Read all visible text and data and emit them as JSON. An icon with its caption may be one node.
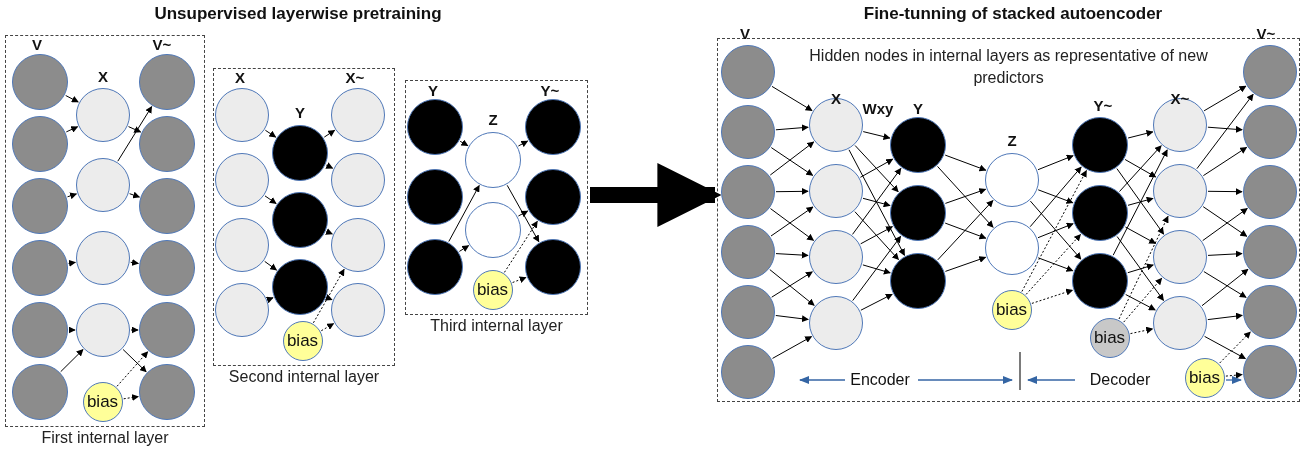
{
  "diagram": {
    "nodes": [
      {
        "text": [
          "First internal layer"
        ]
      },
      {
        "text": [],
        "shape": "circle",
        "in": 0
      },
      {
        "text": [],
        "shape": "circle",
        "in": 0
      },
      {
        "text": [],
        "shape": "circle",
        "in": 0
      },
      {
        "text": [],
        "shape": "circle",
        "in": 0
      },
      {
        "text": [],
        "shape": "circle",
        "in": 0
      },
      {
        "text": [],
        "shape": "circle",
        "in": 0
      },
      {
        "text": [],
        "shape": "circle",
        "in": 0
      },
      {
        "text": [],
        "shape": "circle",
        "in": 0
      },
      {
        "text": [],
        "shape": "circle",
        "in": 0
      },
      {
        "text": [],
        "shape": "circle",
        "in": 0
      },
      {
        "text": [],
        "shape": "circle",
        "in": 0
      },
      {
        "text": [],
        "shape": "circle",
        "in": 0
      },
      {
        "text": [],
        "shape": "circle",
        "in": 0
      },
      {
        "text": [],
        "shape": "circle",
        "in": 0
      },
      {
        "text": [],
        "shape": "circle",
        "in": 0
      },
      {
        "text": [],
        "shape": "circle",
        "in": 0
      },
      {
        "text": [
          "bias"
        ],
        "in": 0
      },
      {
        "text": [
          "Second internal layer"
        ]
      },
      {
        "text": [],
        "shape": "circle",
        "in": 18
      },
      {
        "text": [],
        "shape": "circle",
        "in": 18
      },
      {
        "text": [],
        "shape": "circle",
        "in": 18
      },
      {
        "text": [],
        "shape": "circle",
        "in": 18
      },
      {
        "text": [],
        "shape": "circle",
        "in": 18
      },
      {
        "text": [],
        "shape": "circle",
        "in": 18
      },
      {
        "text": [],
        "shape": "circle",
        "in": 18
      },
      {
        "text": [],
        "shape": "circle",
        "in": 18
      },
      {
        "text": [],
        "shape": "circle",
        "in": 18
      },
      {
        "text": [],
        "shape": "circle",
        "in": 18
      },
      {
        "text": [],
        "shape": "circle",
        "in": 18
      },
      {
        "text": [
          "bias"
        ],
        "in": 18
      },
      {
        "text": [
          "Third internal layer"
        ]
      },
      {
        "text": [],
        "shape": "circle",
        "in": 31
      },
      {
        "text": [],
        "shape": "circle",
        "in": 31
      },
      {
        "text": [],
        "shape": "circle",
        "in": 31
      },
      {
        "text": [],
        "shape": "circle",
        "in": 31
      },
      {
        "text": [],
        "shape": "circle",
        "in": 31
      },
      {
        "text": [],
        "shape": "circle",
        "in": 31
      },
      {
        "text": [],
        "shape": "circle",
        "in": 31
      },
      {
        "text": [],
        "shape": "circle",
        "in": 31
      },
      {
        "text": [
          "bias"
        ],
        "in": 31
      },
      {
        "text": [
          "Hidden nodes in internal layers as representative of new predictors"
        ]
      },
      {
        "text": [],
        "shape": "circle",
        "in": 41
      },
      {
        "text": [],
        "shape": "circle",
        "in": 41
      },
      {
        "text": [],
        "shape": "circle",
        "in": 41
      },
      {
        "text": [],
        "shape": "circle",
        "in": 41
      },
      {
        "text": [],
        "shape": "circle",
        "in": 41
      },
      {
        "text": [],
        "shape": "circle",
        "in": 41
      },
      {
        "text": [],
        "shape": "circle",
        "in": 41
      },
      {
        "text": [],
        "shape": "circle",
        "in": 41
      },
      {
        "text": [],
        "shape": "circle",
        "in": 41
      },
      {
        "text": [],
        "shape": "circle",
        "in": 41
      },
      {
        "text": [],
        "shape": "circle",
        "in": 41
      },
      {
        "text": [],
        "shape": "circle",
        "in": 41
      },
      {
        "text": [],
        "shape": "circle",
        "in": 41
      },
      {
        "text": [],
        "shape": "circle",
        "in": 41
      },
      {
        "text": [],
        "shape": "circle",
        "in": 41
      },
      {
        "text": [
          "bias"
        ],
        "in": 41
      },
      {
        "text": [],
        "shape": "circle",
        "in": 41
      },
      {
        "text": [],
        "shape": "circle",
        "in": 41
      },
      {
        "text": [],
        "shape": "circle",
        "in": 41
      },
      {
        "text": [],
        "shape": "circle",
        "in": 41
      },
      {
        "text": [],
        "shape": "circle",
        "in": 41
      },
      {
        "text": [],
        "shape": "circle",
        "in": 41
      },
      {
        "text": [],
        "shape": "circle",
        "in": 41
      },
      {
        "text": [
          "bias"
        ],
        "in": 41
      },
      {
        "text": [],
        "shape": "circle",
        "in": 41
      },
      {
        "text": [],
        "shape": "circle",
        "in": 41
      },
      {
        "text": [],
        "shape": "circle",
        "in": 41
      },
      {
        "text": [],
        "shape": "circle",
        "in": 41
      },
      {
        "text": [],
        "shape": "circle",
        "in": 41
      },
      {
        "text": [],
        "shape": "circle",
        "in": 41
      },
      {
        "text": [
          "bias"
        ],
        "in": 41
      }
    ],
    "edges": [
      {
        "from": 1,
        "to": 7,
        "arrow": "to"
      },
      {
        "from": 2,
        "to": 7,
        "arrow": "to"
      },
      {
        "from": 3,
        "to": 8,
        "arrow": "to"
      },
      {
        "from": 4,
        "to": 9,
        "arrow": "to"
      },
      {
        "from": 5,
        "to": 10,
        "arrow": "to"
      },
      {
        "from": 6,
        "to": 10,
        "arrow": "to"
      },
      {
        "from": 7,
        "to": 12,
        "arrow": "to"
      },
      {
        "from": 8,
        "to": 11,
        "arrow": "to"
      },
      {
        "from": 8,
        "to": 13,
        "arrow": "to"
      },
      {
        "from": 9,
        "to": 14,
        "arrow": "to"
      },
      {
        "from": 10,
        "to": 15,
        "arrow": "to"
      },
      {
        "from": 10,
        "to": 16,
        "arrow": "to"
      },
      {
        "from": 17,
        "to": 15,
        "arrow": "to",
        "style": "dashed"
      },
      {
        "from": 17,
        "to": 16,
        "arrow": "to",
        "style": "dashed"
      },
      {
        "from": 19,
        "to": 23,
        "arrow": "to"
      },
      {
        "from": 20,
        "to": 24,
        "arrow": "to"
      },
      {
        "from": 21,
        "to": 25,
        "arrow": "to"
      },
      {
        "from": 22,
        "to": 25,
        "arrow": "to"
      },
      {
        "from": 23,
        "to": 26,
        "arrow": "to"
      },
      {
        "from": 23,
        "to": 27,
        "arrow": "to"
      },
      {
        "from": 24,
        "to": 28,
        "arrow": "to"
      },
      {
        "from": 25,
        "to": 29,
        "arrow": "to"
      },
      {
        "from": 30,
        "to": 28,
        "arrow": "to",
        "style": "dashed"
      },
      {
        "from": 30,
        "to": 29,
        "arrow": "to",
        "style": "dashed"
      },
      {
        "from": 32,
        "to": 35,
        "arrow": "to"
      },
      {
        "from": 34,
        "to": 35,
        "arrow": "to"
      },
      {
        "from": 34,
        "to": 36,
        "arrow": "to"
      },
      {
        "from": 35,
        "to": 37,
        "arrow": "to"
      },
      {
        "from": 35,
        "to": 39,
        "arrow": "to"
      },
      {
        "from": 36,
        "to": 38,
        "arrow": "to"
      },
      {
        "from": 40,
        "to": 38,
        "arrow": "to",
        "style": "dashed"
      },
      {
        "from": 40,
        "to": 39,
        "arrow": "to",
        "style": "dashed"
      },
      {
        "from": 31,
        "to": 41,
        "arrow": "to",
        "style": "thick"
      },
      {
        "from": 42,
        "to": 48,
        "arrow": "to"
      },
      {
        "from": 43,
        "to": 48,
        "arrow": "to"
      },
      {
        "from": 43,
        "to": 49,
        "arrow": "to"
      },
      {
        "from": 44,
        "to": 48,
        "arrow": "to"
      },
      {
        "from": 44,
        "to": 49,
        "arrow": "to"
      },
      {
        "from": 44,
        "to": 50,
        "arrow": "to"
      },
      {
        "from": 45,
        "to": 49,
        "arrow": "to"
      },
      {
        "from": 45,
        "to": 50,
        "arrow": "to"
      },
      {
        "from": 45,
        "to": 51,
        "arrow": "to"
      },
      {
        "from": 46,
        "to": 50,
        "arrow": "to"
      },
      {
        "from": 46,
        "to": 51,
        "arrow": "to"
      },
      {
        "from": 47,
        "to": 51,
        "arrow": "to"
      },
      {
        "from": 48,
        "to": 52,
        "arrow": "to"
      },
      {
        "from": 48,
        "to": 53,
        "arrow": "to"
      },
      {
        "from": 48,
        "to": 54,
        "arrow": "to"
      },
      {
        "from": 49,
        "to": 52,
        "arrow": "to"
      },
      {
        "from": 49,
        "to": 53,
        "arrow": "to"
      },
      {
        "from": 49,
        "to": 54,
        "arrow": "to"
      },
      {
        "from": 50,
        "to": 52,
        "arrow": "to"
      },
      {
        "from": 50,
        "to": 53,
        "arrow": "to"
      },
      {
        "from": 50,
        "to": 54,
        "arrow": "to"
      },
      {
        "from": 51,
        "to": 53,
        "arrow": "to"
      },
      {
        "from": 51,
        "to": 54,
        "arrow": "to"
      },
      {
        "from": 52,
        "to": 55,
        "arrow": "to"
      },
      {
        "from": 52,
        "to": 56,
        "arrow": "to"
      },
      {
        "from": 53,
        "to": 55,
        "arrow": "to"
      },
      {
        "from": 53,
        "to": 56,
        "arrow": "to"
      },
      {
        "from": 54,
        "to": 55,
        "arrow": "to"
      },
      {
        "from": 54,
        "to": 56,
        "arrow": "to"
      },
      {
        "from": 55,
        "to": 58,
        "arrow": "to"
      },
      {
        "from": 55,
        "to": 59,
        "arrow": "to"
      },
      {
        "from": 55,
        "to": 60,
        "arrow": "to"
      },
      {
        "from": 56,
        "to": 58,
        "arrow": "to"
      },
      {
        "from": 56,
        "to": 59,
        "arrow": "to"
      },
      {
        "from": 56,
        "to": 60,
        "arrow": "to"
      },
      {
        "from": 57,
        "to": 58,
        "arrow": "to",
        "style": "dashed"
      },
      {
        "from": 57,
        "to": 59,
        "arrow": "to",
        "style": "dashed"
      },
      {
        "from": 57,
        "to": 60,
        "arrow": "to",
        "style": "dashed"
      },
      {
        "from": 58,
        "to": 61,
        "arrow": "to"
      },
      {
        "from": 58,
        "to": 62,
        "arrow": "to"
      },
      {
        "from": 58,
        "to": 63,
        "arrow": "to"
      },
      {
        "from": 59,
        "to": 61,
        "arrow": "to"
      },
      {
        "from": 59,
        "to": 62,
        "arrow": "to"
      },
      {
        "from": 59,
        "to": 63,
        "arrow": "to"
      },
      {
        "from": 59,
        "to": 64,
        "arrow": "to"
      },
      {
        "from": 60,
        "to": 61,
        "arrow": "to"
      },
      {
        "from": 60,
        "to": 63,
        "arrow": "to"
      },
      {
        "from": 60,
        "to": 64,
        "arrow": "to"
      },
      {
        "from": 65,
        "to": 62,
        "arrow": "to",
        "style": "dashed"
      },
      {
        "from": 65,
        "to": 63,
        "arrow": "to",
        "style": "dashed"
      },
      {
        "from": 65,
        "to": 64,
        "arrow": "to",
        "style": "dashed"
      },
      {
        "from": 61,
        "to": 66,
        "arrow": "to"
      },
      {
        "from": 61,
        "to": 67,
        "arrow": "to"
      },
      {
        "from": 62,
        "to": 66,
        "arrow": "to"
      },
      {
        "from": 62,
        "to": 67,
        "arrow": "to"
      },
      {
        "from": 62,
        "to": 68,
        "arrow": "to"
      },
      {
        "from": 62,
        "to": 69,
        "arrow": "to"
      },
      {
        "from": 63,
        "to": 68,
        "arrow": "to"
      },
      {
        "from": 63,
        "to": 69,
        "arrow": "to"
      },
      {
        "from": 63,
        "to": 70,
        "arrow": "to"
      },
      {
        "from": 64,
        "to": 69,
        "arrow": "to"
      },
      {
        "from": 64,
        "to": 70,
        "arrow": "to"
      },
      {
        "from": 64,
        "to": 71,
        "arrow": "to"
      },
      {
        "from": 72,
        "to": 70,
        "arrow": "to",
        "style": "dashed"
      },
      {
        "from": 72,
        "to": 71,
        "arrow": "to",
        "style": "dashed"
      }
    ],
    "labels": [
      "Unsupervised layerwise pretraining",
      "Fine-tunning of stacked autoencoder",
      "V",
      "X",
      "V~",
      "X",
      "Y",
      "X~",
      "Y",
      "Z",
      "Y~",
      "V",
      "X",
      "Wxy",
      "Y",
      "Z",
      "Y~",
      "X~",
      "V~",
      "Encoder",
      "Decoder"
    ]
  }
}
